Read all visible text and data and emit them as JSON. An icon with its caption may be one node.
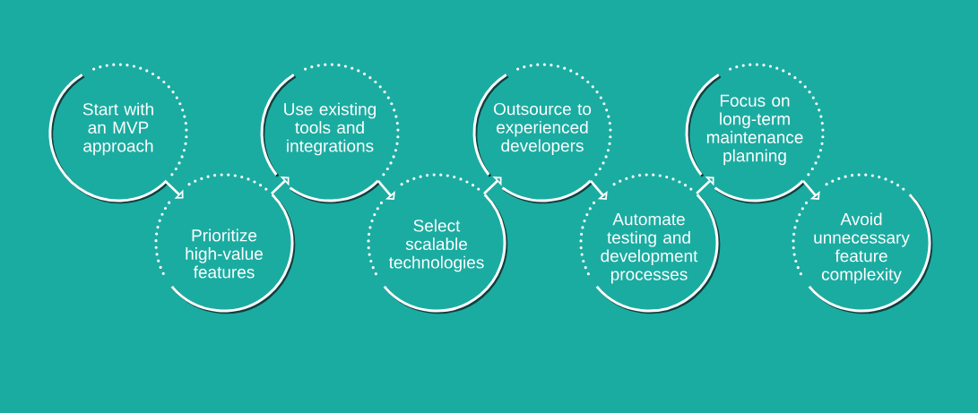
{
  "diagram": {
    "nodes": [
      {
        "text": [
          "Start with an MVP approach"
        ]
      },
      {
        "text": [
          "Prioritize high-value features"
        ]
      },
      {
        "text": [
          "Use existing tools and integrations"
        ]
      },
      {
        "text": [
          "Select scalable technologies"
        ]
      },
      {
        "text": [
          "Outsource to experienced developers"
        ]
      },
      {
        "text": [
          "Automate testing and development processes"
        ]
      },
      {
        "text": [
          "Focus on long-term maintenance planning"
        ]
      },
      {
        "text": [
          "Avoid unnecessary feature complexity"
        ]
      }
    ],
    "edges": [
      {
        "from": 0,
        "to": 1,
        "arrow": "to"
      },
      {
        "from": 1,
        "to": 2,
        "arrow": "to"
      },
      {
        "from": 2,
        "to": 3,
        "arrow": "to"
      },
      {
        "from": 3,
        "to": 4,
        "arrow": "to"
      },
      {
        "from": 4,
        "to": 5,
        "arrow": "to"
      },
      {
        "from": 5,
        "to": 6,
        "arrow": "to"
      },
      {
        "from": 6,
        "to": 7,
        "arrow": "to"
      }
    ]
  }
}
